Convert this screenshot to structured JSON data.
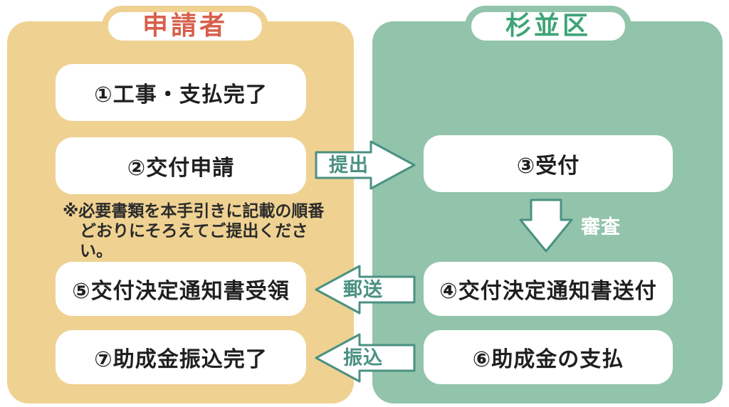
{
  "diagram": {
    "lanes": {
      "applicant": {
        "title": "申請者",
        "steps": {
          "step1": "①工事・支払完了",
          "step2": "②交付申請",
          "step5": "⑤交付決定通知書受領",
          "step7": "⑦助成金振込完了"
        },
        "note": {
          "line1": "※必要書類を本手引きに記載の順番",
          "line2": "どおりにそろえてご提出ください。"
        }
      },
      "ward": {
        "title": "杉並区",
        "steps": {
          "step3": "③受付",
          "step4": "④交付決定通知書送付",
          "step6": "⑥助成金の支払"
        }
      }
    },
    "arrows": {
      "submit": {
        "label": "提出",
        "direction": "right"
      },
      "review": {
        "label": "審査",
        "direction": "down"
      },
      "mail": {
        "label": "郵送",
        "direction": "left"
      },
      "transfer": {
        "label": "振込",
        "direction": "left"
      }
    },
    "colors": {
      "applicant_panel": "#efd292",
      "ward_panel": "#92c4ab",
      "applicant_title": "#d7604b",
      "ward_title": "#3ea476",
      "arrow_accent": "#4a9181",
      "step_text": "#1f1f1f"
    }
  }
}
